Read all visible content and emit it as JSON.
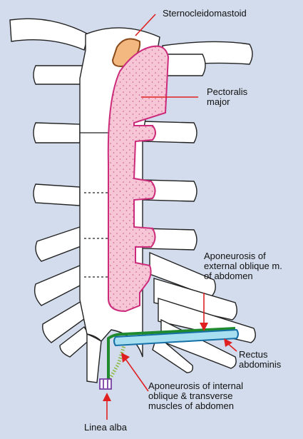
{
  "labels": {
    "sternocleidomastoid": "Sternocleidomastoid",
    "pectoralis_major": "Pectoralis\nmajor",
    "external_oblique": "Aponeurosis of\nexternal oblique m.\nof abdomen",
    "rectus_abdominis": "Rectus\nabdominis",
    "internal_oblique": "Aponeurosis of internal\noblique & transverse\nmuscles of abdomen",
    "linea_alba": "Linea alba"
  },
  "colors": {
    "background": "#d3dcec",
    "bone": "#ffffff",
    "outline": "#222222",
    "pectoralis_fill": "#f7c6d6",
    "pectoralis_edge": "#cc2a7a",
    "sternocleidomastoid_fill": "#f2b880",
    "sternocleidomastoid_edge": "#8a4a1a",
    "pointer": "#e02020",
    "external_oblique": "#1f8a2e",
    "rectus_fill": "#a8dff0",
    "rectus_edge": "#1570a8",
    "internal_oblique": "#8ab840",
    "linea_alba": "#6a2a9a"
  }
}
